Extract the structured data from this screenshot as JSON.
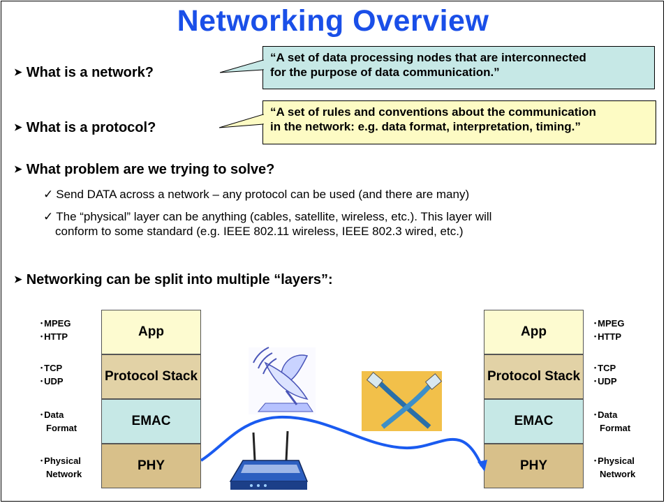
{
  "title": "Networking Overview",
  "questions": [
    {
      "text": "What is a network?",
      "answer": "“A set of data processing nodes that are interconnected for the purpose of data communication.”",
      "answer_lines": [
        "“A set of data processing nodes that are interconnected",
        "for the purpose of data communication.”"
      ]
    },
    {
      "text": "What is a protocol?",
      "answer_lines": [
        "“A set of rules and conventions about the communication",
        "in the network: e.g. data format, interpretation, timing.”"
      ]
    },
    {
      "text": "What problem are we trying to solve?"
    },
    {
      "text": "Networking can be split into multiple “layers”:"
    }
  ],
  "checks": [
    {
      "lines": [
        "Send DATA across a network – any protocol can be used (and there are many)"
      ]
    },
    {
      "lines": [
        "The “physical” layer can be anything (cables, satellite, wireless, etc.). This layer will",
        "conform to some standard (e.g. IEEE 802.11 wireless, IEEE 802.3 wired, etc.)"
      ]
    }
  ],
  "layers": [
    "App",
    "Protocol Stack",
    "EMAC",
    "PHY"
  ],
  "layer_colors": [
    "#fdfbd0",
    "#e2d2a6",
    "#c6e8e6",
    "#d8c08a"
  ],
  "layer_notes": [
    [
      "MPEG",
      "HTTP"
    ],
    [
      "TCP",
      "UDP"
    ],
    [
      "Data",
      "Format"
    ],
    [
      "Physical",
      "Network"
    ]
  ],
  "callout_colors": {
    "network": "#c6e8e6",
    "protocol": "#fdfbc4"
  },
  "accent": "#1a4fe8",
  "icons": [
    "satellite-dish-icon",
    "ethernet-cable-icon",
    "wireless-router-icon"
  ]
}
